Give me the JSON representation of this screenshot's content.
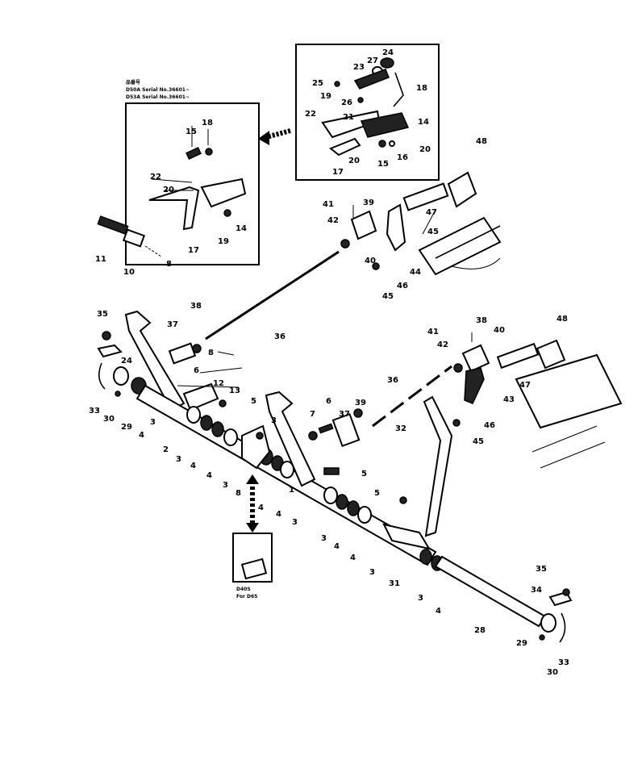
{
  "inset_left_note": {
    "line1": "品番号",
    "line2": "D50A  Serial No.36601~",
    "line3": "D53A  Serial No.36601~"
  },
  "inset_bottom_note": {
    "line1": "D40S",
    "line2": "For D65"
  },
  "part_labels": [
    "1",
    "2",
    "3",
    "4",
    "5",
    "6",
    "7",
    "8",
    "9",
    "10",
    "11",
    "12",
    "13",
    "14",
    "15",
    "16",
    "17",
    "18",
    "19",
    "20",
    "21",
    "22",
    "23",
    "24",
    "25",
    "26",
    "27",
    "28",
    "29",
    "30",
    "31",
    "32",
    "33",
    "34",
    "35",
    "36",
    "37",
    "38",
    "39",
    "40",
    "41",
    "42",
    "43",
    "44",
    "45",
    "46",
    "47",
    "48"
  ]
}
